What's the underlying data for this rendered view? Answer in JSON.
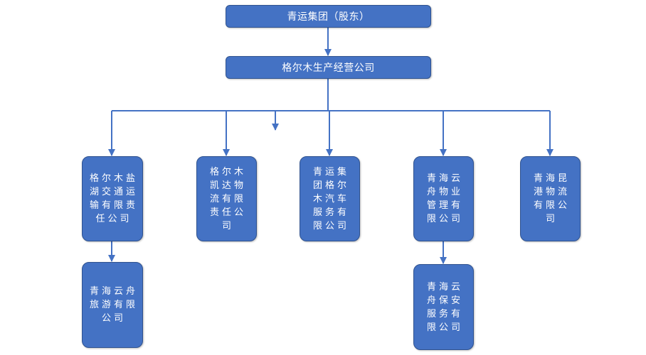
{
  "nodes": {
    "root": "青运集团（股东）",
    "operating": "格尔木生产经营公司",
    "yanhu": "格尔木盐湖交通运输有限责任公司",
    "kaida": "格尔木凯达物流有限责任公司",
    "qiche": "青运集团格尔木汽车服务有限公司",
    "wuye": "青海云舟物业管理有限公司",
    "kungang": "青海昆港物流有限公司",
    "lvyou": "青海云舟旅游有限公司",
    "baoan": "青海云舟保安服务有限公司"
  },
  "colors": {
    "box_fill": "#4472c4",
    "box_border": "#2f528f",
    "connector": "#4472c4",
    "text": "#ffffff"
  }
}
